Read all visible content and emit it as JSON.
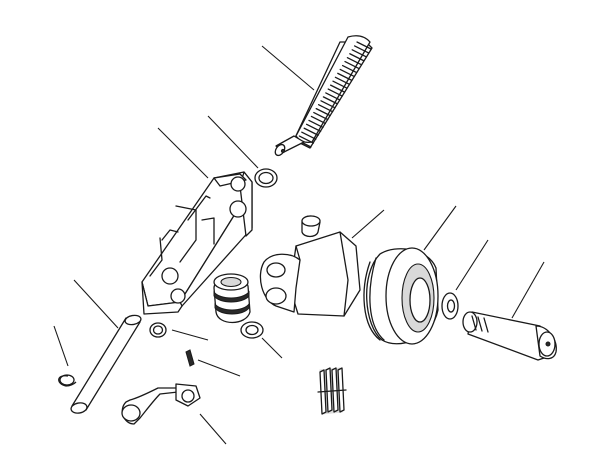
{
  "diagram": {
    "type": "exploded-parts-view",
    "line_color": "#1a1a1a",
    "background": "#ffffff",
    "parts": [
      {
        "id": "feed-screw",
        "shape": "threaded-rod"
      },
      {
        "id": "bushing-small",
        "shape": "ring"
      },
      {
        "id": "frame-housing",
        "shape": "rectangular-block"
      },
      {
        "id": "guide-bushing",
        "shape": "ring"
      },
      {
        "id": "roller-bracket",
        "shape": "bracket"
      },
      {
        "id": "pressure-roller",
        "shape": "roller"
      },
      {
        "id": "washer",
        "shape": "washer"
      },
      {
        "id": "roller-shaft",
        "shape": "threaded-shaft"
      },
      {
        "id": "spring-pack",
        "shape": "coil-spring"
      },
      {
        "id": "pivot-pin",
        "shape": "pin"
      },
      {
        "id": "retaining-ring",
        "shape": "c-clip"
      },
      {
        "id": "small-bushing-lower",
        "shape": "ring"
      },
      {
        "id": "roll-pin",
        "shape": "pin"
      },
      {
        "id": "bushing-lower-right",
        "shape": "ring"
      },
      {
        "id": "handle-crank",
        "shape": "crank"
      },
      {
        "id": "disc-springs",
        "shape": "spring-stack"
      }
    ]
  }
}
